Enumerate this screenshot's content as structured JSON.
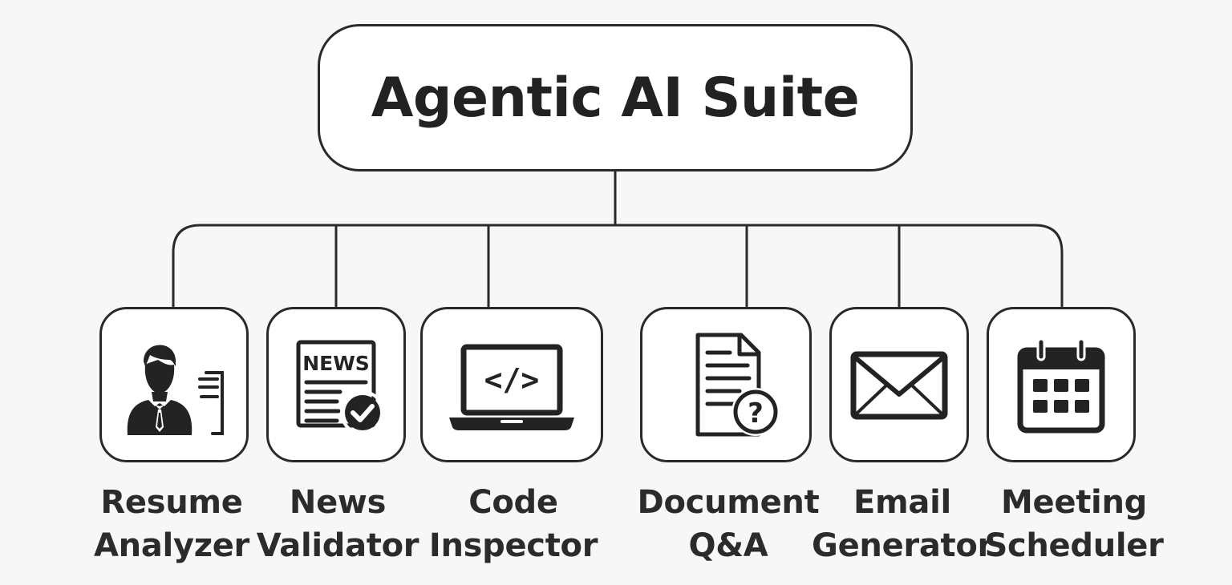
{
  "title": "Agentic AI Suite",
  "colors": {
    "stroke": "#2a2a2a",
    "background": "#f7f7f7",
    "text": "#232323"
  },
  "tools": [
    {
      "id": "resume-analyzer",
      "line1": "Resume",
      "line2": "Analyzer",
      "icon": "person-resume-icon"
    },
    {
      "id": "news-validator",
      "line1": "News",
      "line2": "Validator",
      "icon": "newspaper-check-icon",
      "icon_text": "NEWS"
    },
    {
      "id": "code-inspector",
      "line1": "Code",
      "line2": "Inspector",
      "icon": "laptop-code-icon",
      "icon_text": "</>"
    },
    {
      "id": "document-qa",
      "line1": "Document",
      "line2": "Q&A",
      "icon": "document-question-icon",
      "icon_text": "?"
    },
    {
      "id": "email-generator",
      "line1": "Email",
      "line2": "Generator",
      "icon": "envelope-icon"
    },
    {
      "id": "meeting-scheduler",
      "line1": "Meeting",
      "line2": "Scheduler",
      "icon": "calendar-icon"
    }
  ]
}
